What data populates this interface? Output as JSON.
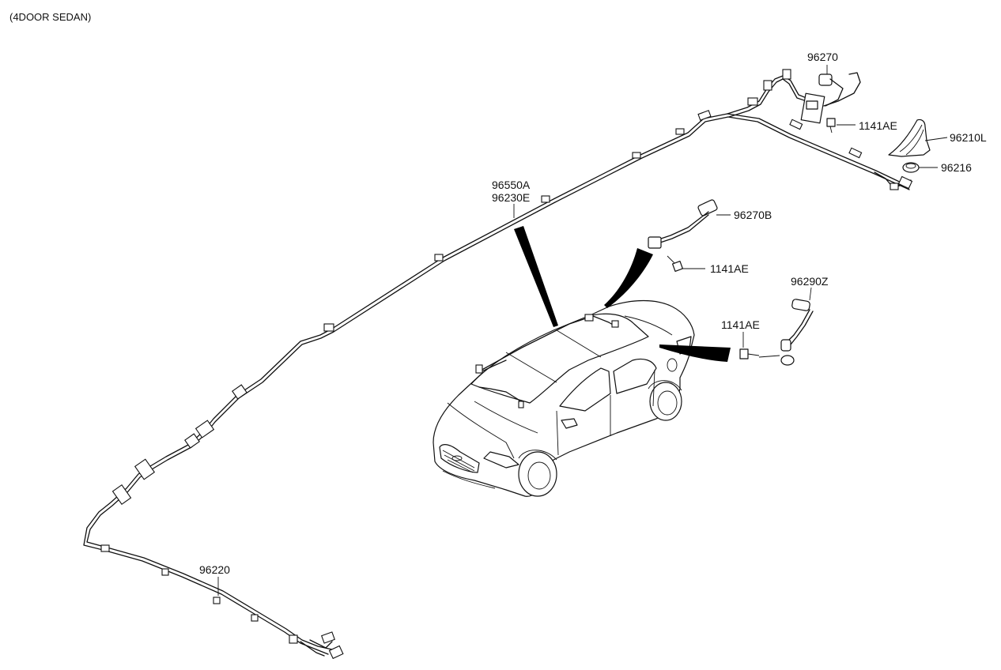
{
  "variant_caption": "(4DOOR SEDAN)",
  "labels": {
    "p96270": "96270",
    "p1141AE_top": "1141AE",
    "p96210L": "96210L",
    "p96216": "96216",
    "p96550A": "96550A",
    "p96230E": "96230E",
    "p96270B": "96270B",
    "p1141AE_mid": "1141AE",
    "p96290Z": "96290Z",
    "p1141AE_left": "1141AE",
    "p96220": "96220"
  },
  "icons": {
    "antenna": "shark-fin-antenna-icon",
    "grommet": "grommet-icon",
    "bolt": "bolt-icon",
    "car": "sedan-car-icon"
  }
}
